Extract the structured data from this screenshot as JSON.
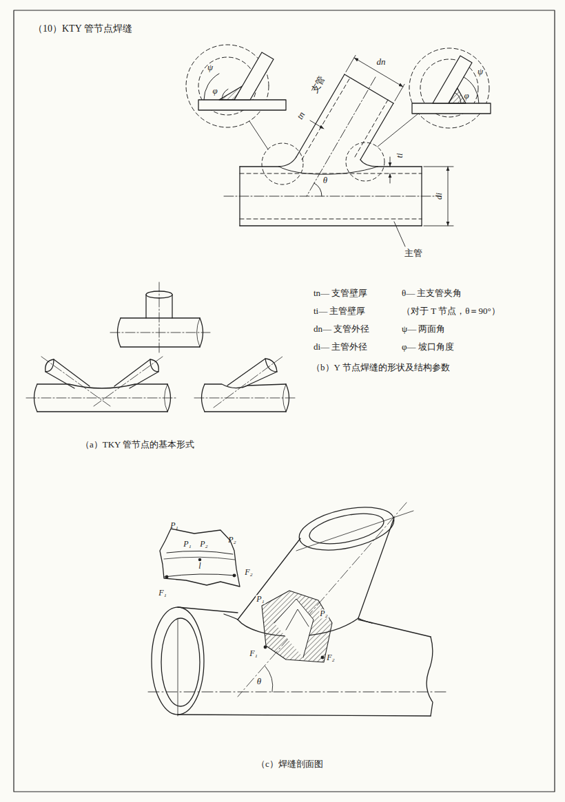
{
  "diagram": {
    "title": "（10）KTY 管节点焊缝",
    "labels": [
      "支管",
      "dn",
      "tn",
      "ti",
      "di",
      "θ",
      "ψ",
      "φ",
      "ψ",
      "φ",
      "主管",
      "tn— 支管壁厚",
      "θ— 主支管夹角",
      "ti— 主管壁厚",
      "（对于 T 节点，θ＝90°）",
      "dn— 支管外径",
      "ψ— 两面角",
      "di— 主管外径",
      "φ— 坡口角度",
      "（b）Y 节点焊缝的形状及结构参数",
      "（a）TKY 管节点的基本形式",
      "P₁",
      "P₂",
      "P₁",
      "P₂",
      "l",
      "F₁",
      "F₂",
      "P₁",
      "P₂",
      "F₁",
      "F₂",
      "θ",
      "（c）焊缝剖面图"
    ]
  }
}
